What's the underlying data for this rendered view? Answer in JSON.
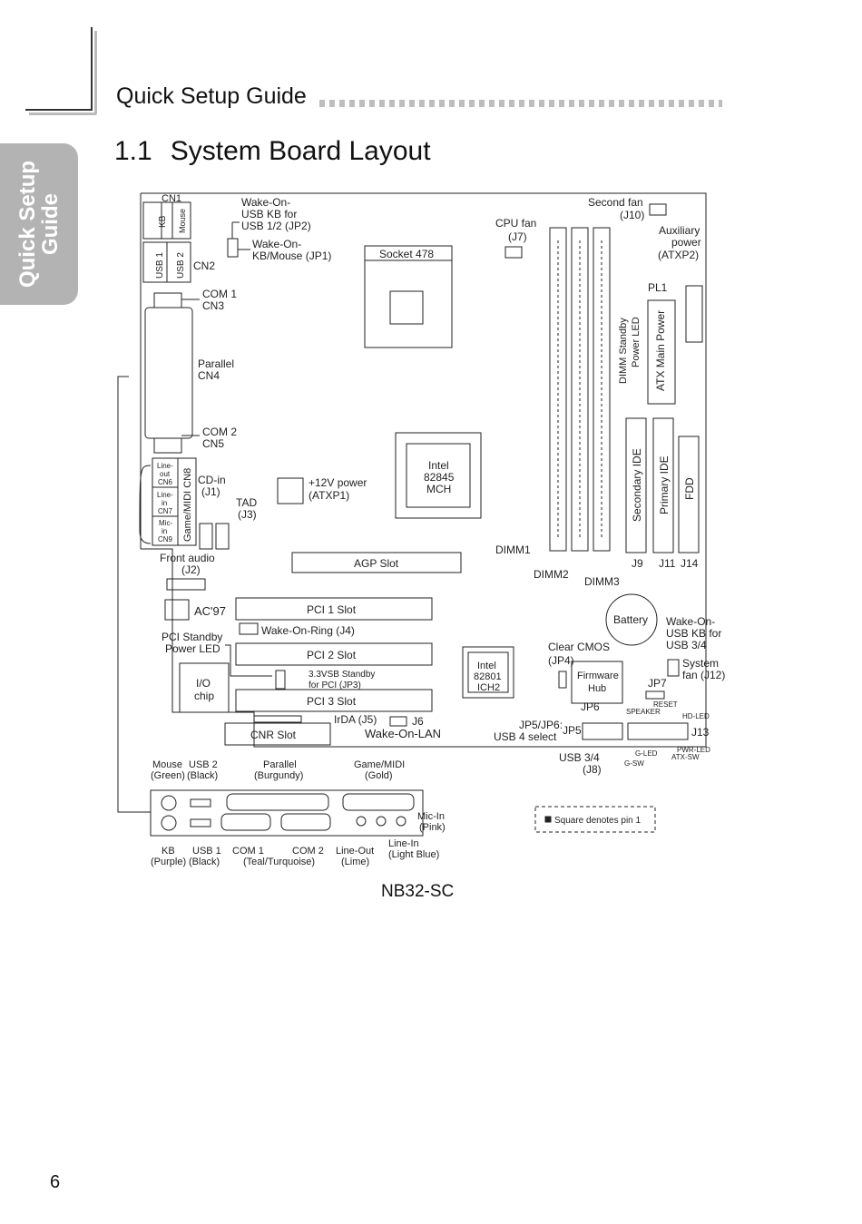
{
  "header": {
    "title": "Quick Setup Guide"
  },
  "side_tab": {
    "line1": "Quick Setup",
    "line2": "Guide"
  },
  "section": {
    "number": "1.1",
    "title": "System Board Layout"
  },
  "model": "NB32-SC",
  "page_number": "6",
  "diagram": {
    "labels": {
      "cn1": "CN1",
      "kb": "KB",
      "mouse": "Mouse",
      "usb1": "USB 1",
      "usb2": "USB 2",
      "cn2": "CN2",
      "wake_usb_1": "Wake-On-",
      "wake_usb_2": "USB KB for",
      "wake_usb_3": "USB 1/2 (JP2)",
      "wake_kb_1": "Wake-On-",
      "wake_kb_2": "KB/Mouse (JP1)",
      "com1": "COM 1",
      "cn3": "CN3",
      "parallel": "Parallel",
      "cn4": "CN4",
      "com2": "COM 2",
      "cn5": "CN5",
      "lineout": "Line-",
      "out": "out",
      "cn6": "CN6",
      "linein": "Line-",
      "in": "in",
      "cn7": "CN7",
      "micin": "Mic-",
      "micin2": "in",
      "cn9": "CN9",
      "game_midi_cn8": "Game/MIDI CN8",
      "cdin": "CD-in",
      "j1": "(J1)",
      "tad": "TAD",
      "j3": "(J3)",
      "power12": "+12V power",
      "atxp1": "(ATXP1)",
      "socket": "Socket 478",
      "cpu_fan": "CPU fan",
      "j7": "(J7)",
      "second_fan": "Second fan",
      "j10": "(J10)",
      "aux1": "Auxiliary",
      "aux2": "power",
      "atxp2": "(ATXP2)",
      "pl1": "PL1",
      "dimm_standby_1": "DIMM Standby",
      "dimm_standby_2": "Power LED",
      "atx_main": "ATX Main Power",
      "intel1": "Intel",
      "intel1_b": "82845",
      "intel1_c": "MCH",
      "secondary_ide": "Secondary IDE",
      "primary_ide": "Primary IDE",
      "fdd": "FDD",
      "dimm1": "DIMM1",
      "dimm2": "DIMM2",
      "dimm3": "DIMM3",
      "j9": "J9",
      "j11": "J11",
      "j14": "J14",
      "front_audio": "Front audio",
      "j2": "(J2)",
      "agp": "AGP Slot",
      "ac97": "AC'97",
      "pci1": "PCI 1 Slot",
      "wake_ring": "Wake-On-Ring (J4)",
      "pci_standby_1": "PCI Standby",
      "pci_standby_2": "Power LED",
      "pci2": "PCI 2 Slot",
      "vsb_1": "3.3VSB Standby",
      "vsb_2": "for PCI (JP3)",
      "io1": "I/O",
      "io2": "chip",
      "pci3": "PCI 3 Slot",
      "irda": "IrDA (J5)",
      "j6": "J6",
      "cnr": "CNR Slot",
      "wake_lan": "Wake-On-LAN",
      "battery": "Battery",
      "intel2": "Intel",
      "intel2_b": "82801",
      "intel2_c": "ICH2",
      "clear_cmos": "Clear CMOS",
      "jp4": "(JP4)",
      "fw1": "Firmware",
      "fw2": "Hub",
      "wake_usb34_1": "Wake-On-",
      "wake_usb34_2": "USB KB for",
      "wake_usb34_3": "USB 3/4",
      "jp7": "JP7",
      "system_fan_1": "System",
      "system_fan_2": "fan (J12)",
      "jp6": "JP6",
      "jp56_1": "JP5/JP6:",
      "jp56_2": "USB 4 select",
      "jp5": "JP5",
      "speaker": "SPEAKER",
      "reset": "RESET",
      "hd_led": "HD-LED",
      "j13": "J13",
      "pwr_led": "PWR-LED",
      "atx_sw": "ATX-SW",
      "g_led": "G-LED",
      "g_sw": "G-SW",
      "usb34": "USB 3/4",
      "j8": "(J8)",
      "bp_mouse_1": "Mouse",
      "bp_mouse_2": "(Green)",
      "bp_usb2_1": "USB 2",
      "bp_usb2_2": "(Black)",
      "bp_par_1": "Parallel",
      "bp_par_2": "(Burgundy)",
      "bp_game_1": "Game/MIDI",
      "bp_game_2": "(Gold)",
      "bp_mic_1": "Mic-In",
      "bp_mic_2": "(Pink)",
      "bp_kb_1": "KB",
      "bp_kb_2": "(Purple)",
      "bp_usb1_1": "USB 1",
      "bp_usb1_2": "(Black)",
      "bp_com1": "COM 1",
      "bp_com2": "COM 2",
      "bp_com_color": "(Teal/Turquoise)",
      "bp_lineout_1": "Line-Out",
      "bp_lineout_2": "(Lime)",
      "bp_linein_1": "Line-In",
      "bp_linein_2": "(Light Blue)",
      "square_note": "Square denotes pin 1"
    }
  }
}
